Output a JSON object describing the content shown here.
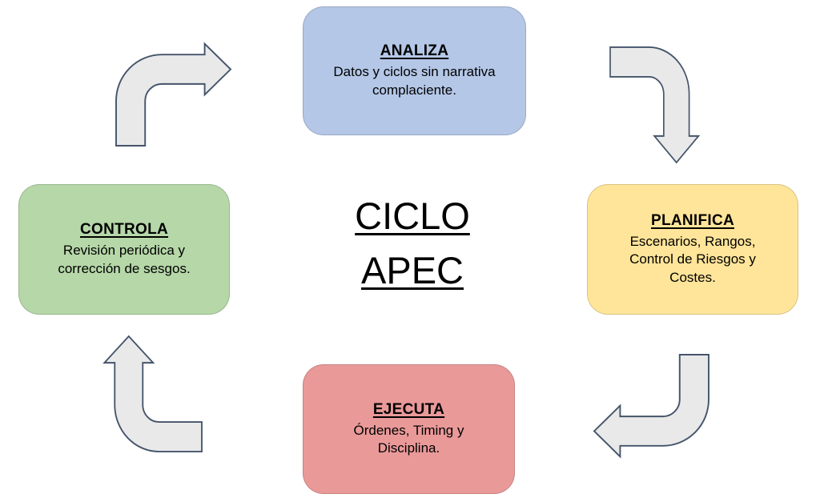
{
  "title": {
    "line1": "CICLO",
    "line2": "APEC"
  },
  "nodes": {
    "analiza": {
      "label": "ANALIZA",
      "description": "Datos y ciclos sin narrativa complaciente.",
      "color": "#b4c7e7"
    },
    "planifica": {
      "label": "PLANIFICA",
      "description": "Escenarios, Rangos, Control de Riesgos y Costes.",
      "color": "#ffe599"
    },
    "ejecuta": {
      "label": "EJECUTA",
      "description": "Órdenes, Timing y Disciplina.",
      "color": "#ea9999"
    },
    "controla": {
      "label": "CONTROLA",
      "description": "Revisión periódica y corrección de sesgos.",
      "color": "#b6d7a8"
    }
  },
  "arrows": {
    "controla_to_analiza": "up-then-right",
    "analiza_to_planifica": "right-then-down",
    "planifica_to_ejecuta": "down-then-left",
    "ejecuta_to_controla": "left-then-up"
  },
  "colors": {
    "arrow_fill": "#e9e9e9",
    "arrow_stroke": "#44546a",
    "background": "#ffffff"
  }
}
